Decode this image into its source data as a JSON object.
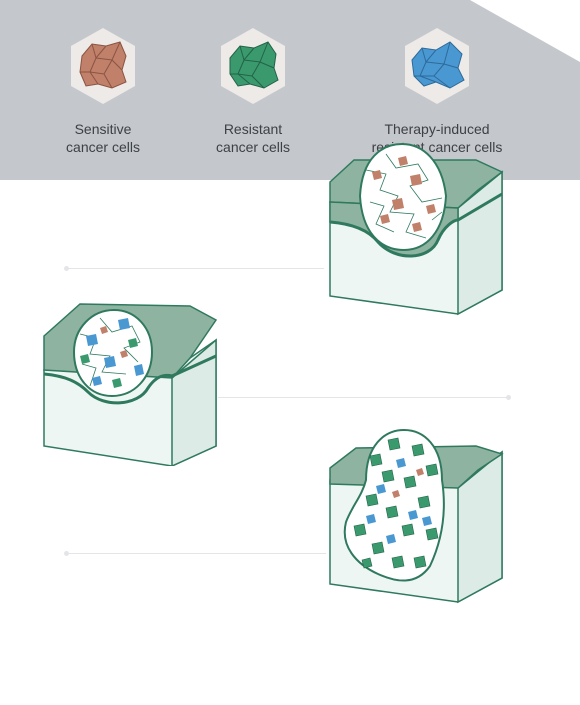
{
  "legend": [
    {
      "label": "Sensitive\ncancer cells",
      "color": "#c0806a",
      "icon": "sensitive-cells-icon"
    },
    {
      "label": "Resistant\ncancer cells",
      "color": "#3a9a6e",
      "icon": "resistant-cells-icon"
    },
    {
      "label": "Therapy-induced\nresistant cancer cells",
      "color": "#4a98d2",
      "icon": "therapy-induced-cells-icon"
    }
  ],
  "colors": {
    "header": "#c4c8cc",
    "tissue": "#8fb3a1",
    "tissue_dark": "#2f7a5e",
    "block_front": "#eef6f4",
    "block_side": "#dcebe6",
    "connector": "#e3e5e8"
  }
}
